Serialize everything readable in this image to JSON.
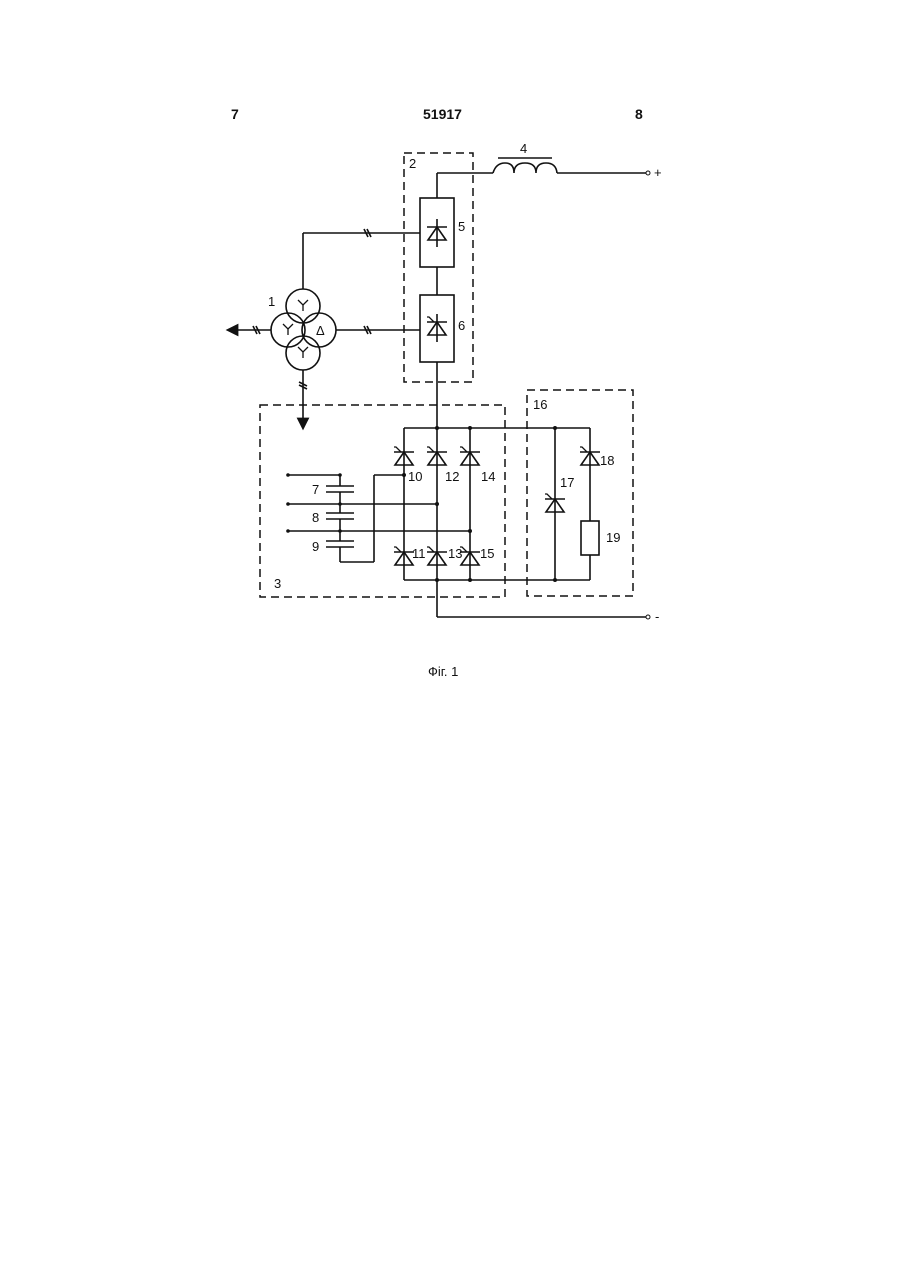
{
  "header": {
    "page_left": "7",
    "patent_number": "51917",
    "page_right": "8"
  },
  "diagram": {
    "labels": {
      "transformer": "1",
      "converter_block": "2",
      "switch_block": "3",
      "reactor": "4",
      "rectifier_diode": "5",
      "rectifier_thyristor": "6",
      "cap_7": "7",
      "cap_8": "8",
      "cap_9": "9",
      "thy_10": "10",
      "thy_11": "11",
      "thy_12": "12",
      "thy_13": "13",
      "thy_14": "14",
      "thy_15": "15",
      "crowbar_block": "16",
      "thy_17": "17",
      "thy_18": "18",
      "resistor": "19",
      "plus_terminal": "+",
      "minus_terminal": "-",
      "delta_symbol": "Δ"
    }
  },
  "caption": "Фіг. 1"
}
